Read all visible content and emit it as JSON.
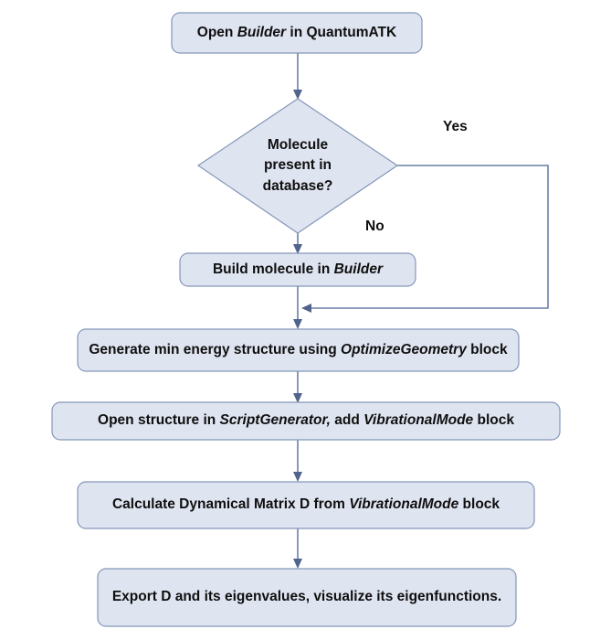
{
  "diagram": {
    "title": "QuantumATK vibrational mode workflow flowchart",
    "background_color": "#ffffff",
    "node_fill_color": "#dfe4f1",
    "node_border_color": "#8496b8",
    "connector_color": "#6b7fa8",
    "text_color": "#0f0f0f"
  },
  "nodes": {
    "open_builder": {
      "shape": "rounded-rect",
      "text_plain": "Open Builder in QuantumATK",
      "text_parts": [
        {
          "text": "Open ",
          "italic": false
        },
        {
          "text": "Builder",
          "italic": true
        },
        {
          "text": " in QuantumATK",
          "italic": false
        }
      ]
    },
    "decision": {
      "shape": "diamond",
      "text_plain": "Molecule present in database?",
      "lines": [
        "Molecule",
        "present in",
        "database?"
      ]
    },
    "build_molecule": {
      "shape": "rounded-rect",
      "text_plain": "Build molecule in Builder",
      "text_parts": [
        {
          "text": "Build molecule in ",
          "italic": false
        },
        {
          "text": "Builder",
          "italic": true
        }
      ]
    },
    "optimize_geometry": {
      "shape": "rounded-rect",
      "text_plain": "Generate min energy structure using OptimizeGeometry block",
      "text_parts": [
        {
          "text": "Generate min energy structure using ",
          "italic": false
        },
        {
          "text": "OptimizeGeometry",
          "italic": true
        },
        {
          "text": " block",
          "italic": false
        }
      ]
    },
    "script_generator": {
      "shape": "rounded-rect",
      "text_plain": "Open structure in ScriptGenerator, add VibrationalMode block",
      "text_parts": [
        {
          "text": "Open structure in ",
          "italic": false
        },
        {
          "text": "ScriptGenerator,",
          "italic": true
        },
        {
          "text": " add ",
          "italic": false
        },
        {
          "text": "VibrationalMode",
          "italic": true
        },
        {
          "text": " block",
          "italic": false
        }
      ]
    },
    "dynamical_matrix": {
      "shape": "rounded-rect",
      "text_plain": "Calculate Dynamical Matrix D from VibrationalMode block",
      "text_parts": [
        {
          "text": "Calculate Dynamical Matrix D from ",
          "italic": false
        },
        {
          "text": "VibrationalMode",
          "italic": true
        },
        {
          "text": " block",
          "italic": false
        }
      ]
    },
    "export_results": {
      "shape": "rounded-rect",
      "text_plain": "Export D and its eigenvalues, visualize its eigenfunctions.",
      "text_parts": [
        {
          "text": "Export D and its eigenvalues, visualize its eigenfunctions.",
          "italic": false
        }
      ]
    }
  },
  "edge_labels": {
    "yes": "Yes",
    "no": "No"
  }
}
